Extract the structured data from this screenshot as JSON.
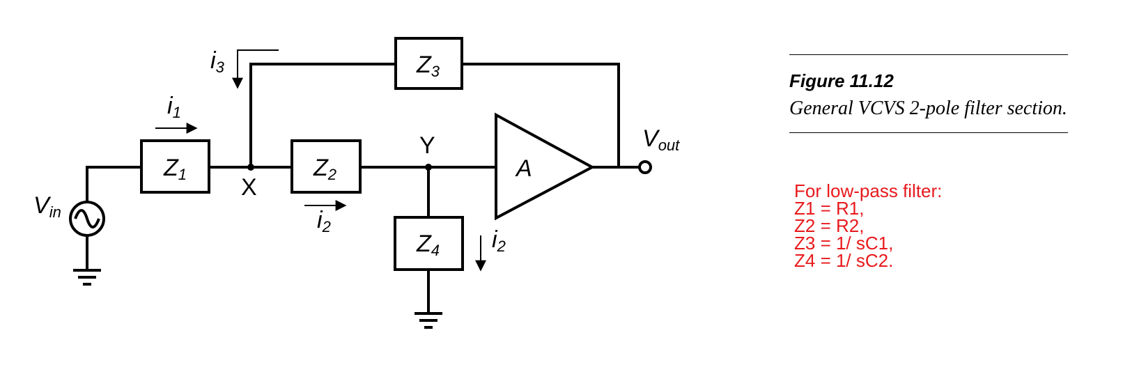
{
  "diagram": {
    "source_label": "V",
    "source_sub": "in",
    "output_label": "V",
    "output_sub": "out",
    "amplifier_label": "A",
    "impedances": [
      {
        "main": "Z",
        "sub": "1"
      },
      {
        "main": "Z",
        "sub": "2"
      },
      {
        "main": "Z",
        "sub": "3"
      },
      {
        "main": "Z",
        "sub": "4"
      }
    ],
    "nodes": {
      "x": "X",
      "y": "Y"
    },
    "currents": [
      {
        "main": "i",
        "sub": "1"
      },
      {
        "main": "i",
        "sub": "2"
      },
      {
        "main": "i",
        "sub": "3"
      },
      {
        "main": "i",
        "sub": "2"
      }
    ]
  },
  "caption": {
    "figure": "Figure 11.12",
    "text": "General VCVS 2-pole filter section."
  },
  "note": {
    "color": "#e8191c",
    "lines": [
      "For low-pass filter:",
      "Z1 = R1,",
      "Z2 = R2,",
      "Z3 = 1/ sC1,",
      "Z4 = 1/ sC2."
    ]
  }
}
